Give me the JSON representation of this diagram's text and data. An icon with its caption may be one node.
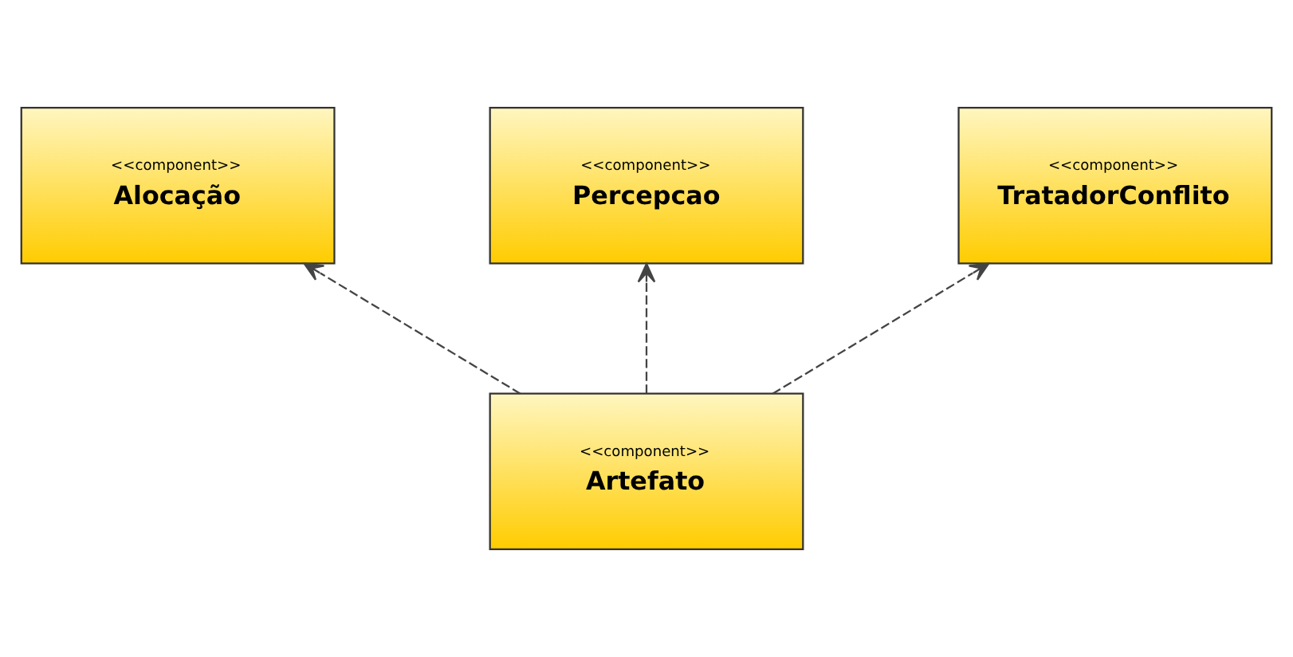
{
  "diagram": {
    "nodes": [
      {
        "text": [
          "<<component>>",
          "Alocação"
        ]
      },
      {
        "text": [
          "<<component>>",
          "Percepcao"
        ]
      },
      {
        "text": [
          "<<component>>",
          "TratadorConflito"
        ]
      },
      {
        "text": [
          "<<component>>",
          "Artefato"
        ]
      }
    ],
    "edges": [
      {
        "from": 3,
        "to": 0,
        "arrow": "to",
        "style": "dashed"
      },
      {
        "from": 3,
        "to": 1,
        "arrow": "to",
        "style": "dashed"
      },
      {
        "from": 3,
        "to": 2,
        "arrow": "to",
        "style": "dashed"
      }
    ]
  }
}
